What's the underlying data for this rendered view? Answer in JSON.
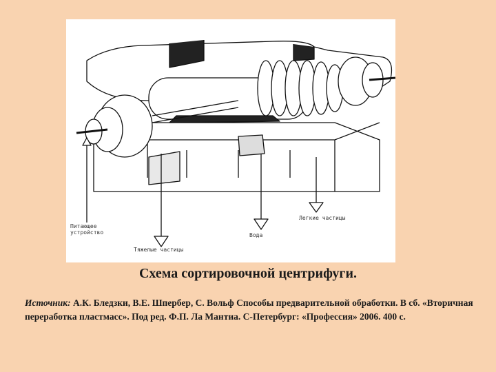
{
  "diagram": {
    "labels": {
      "feed": "Питающее\nустройство",
      "heavy": "Тяжелые частицы",
      "water": "Вода",
      "light": "Легкие частицы"
    }
  },
  "caption": "Схема сортировочной центрифуги.",
  "source": {
    "label": "Источник:",
    "text": " А.К. Бледзки, В.Е. Шпербер, С. Вольф Способы предварительной обработки. В сб. «Вторичная переработка пластмасс». Под ред. Ф.П. Ла Мантиа. С-Петербург: «Профессия» 2006. 400 с."
  }
}
